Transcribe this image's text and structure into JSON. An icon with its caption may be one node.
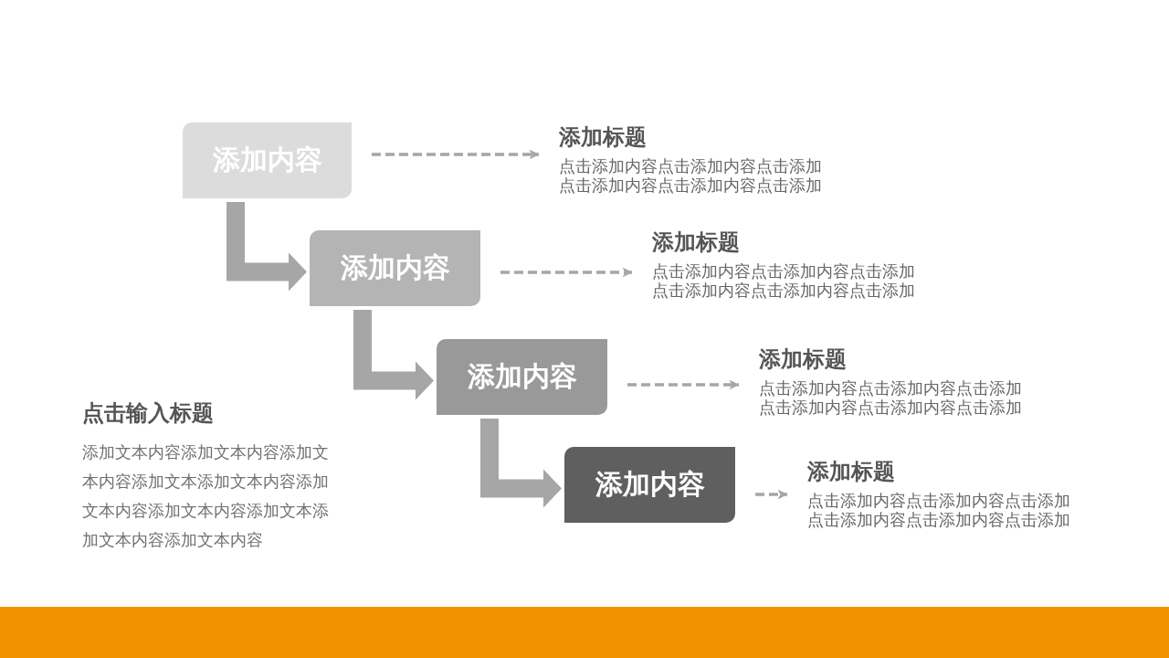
{
  "diagram": {
    "nodes": [
      {
        "text": [
          "添加内容"
        ]
      },
      {
        "text": [
          "添加内容"
        ]
      },
      {
        "text": [
          "添加内容"
        ]
      },
      {
        "text": [
          "添加内容"
        ]
      },
      {
        "text": [
          "添加标题",
          "点击添加内容点击添加内容点击添加点击添加内容点击添加内容点击添加"
        ]
      },
      {
        "text": [
          "添加标题",
          "点击添加内容点击添加内容点击添加点击添加内容点击添加内容点击添加"
        ]
      },
      {
        "text": [
          "添加标题",
          "点击添加内容点击添加内容点击添加点击添加内容点击添加内容点击添加"
        ]
      },
      {
        "text": [
          "添加标题",
          "点击添加内容点击添加内容点击添加点击添加内容点击添加内容点击添加"
        ]
      }
    ],
    "edges": [
      {
        "from": 0,
        "to": 4,
        "arrow": "to",
        "style": "dashed"
      },
      {
        "from": 0,
        "to": 1,
        "arrow": "to",
        "style": "thick"
      },
      {
        "from": 1,
        "to": 5,
        "arrow": "to",
        "style": "dashed"
      },
      {
        "from": 1,
        "to": 2,
        "arrow": "to",
        "style": "thick"
      },
      {
        "from": 2,
        "to": 6,
        "arrow": "to",
        "style": "dashed"
      },
      {
        "from": 2,
        "to": 3,
        "arrow": "to",
        "style": "thick"
      },
      {
        "from": 3,
        "to": 7,
        "arrow": "to",
        "style": "dashed"
      }
    ],
    "labels": [
      "点击输入标题",
      "添加文本内容添加文本内容添加文本内容添加文本添加文本内容添加文本内容添加文本内容添加文本添加文本内容添加文本内容"
    ]
  }
}
